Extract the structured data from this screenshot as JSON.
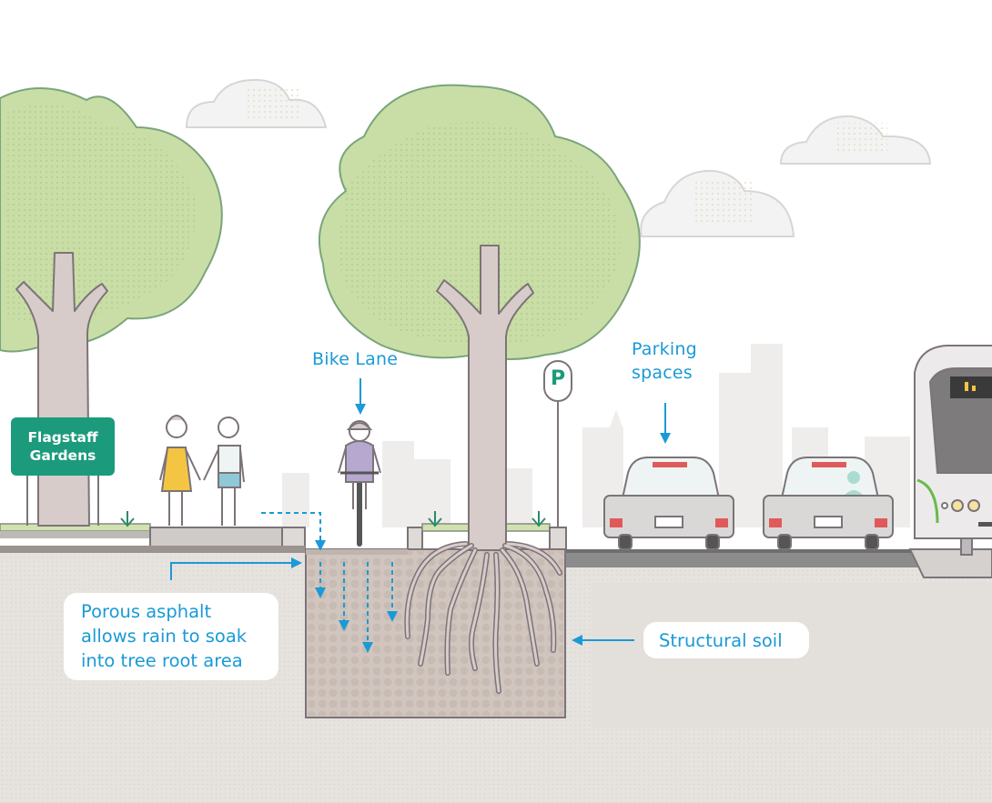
{
  "sign": {
    "line1": "Flagstaff",
    "line2": "Gardens"
  },
  "labels": {
    "bike_lane": "Bike Lane",
    "parking_line1": "Parking",
    "parking_line2": "spaces",
    "porous_line1": "Porous asphalt",
    "porous_line2": "allows rain to soak",
    "porous_line3": "into tree root area",
    "structural_soil": "Structural soil",
    "parking_sign": "P"
  },
  "colors": {
    "accent": "#1a9ad6",
    "sign_green": "#1c9a7c",
    "foliage": "#c9dea6",
    "trunk": "#d8ccca",
    "outline": "#7c7478",
    "ground": "#e4e0dc",
    "soil": "#d1c6bf"
  }
}
